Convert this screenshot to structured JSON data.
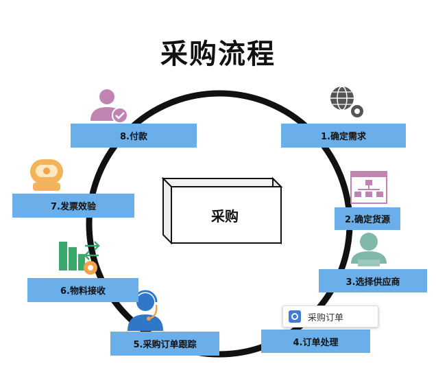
{
  "title": "采购流程",
  "center": "采购",
  "steps": [
    {
      "label": "1.确定需求",
      "icon": "globe-gear-icon"
    },
    {
      "label": "2.确定货源",
      "icon": "org-chart-icon"
    },
    {
      "label": "3.选择供应商",
      "icon": "person-computer-icon"
    },
    {
      "label": "4.订单处理",
      "icon": "order-card-icon"
    },
    {
      "label": "5.采购订单跟踪",
      "icon": "headset-agent-icon"
    },
    {
      "label": "6.物料接收",
      "icon": "factory-gear-icon"
    },
    {
      "label": "7.发票效验",
      "icon": "robot-head-icon"
    },
    {
      "label": "8.付款",
      "icon": "person-check-icon"
    }
  ],
  "po_card": {
    "label": "采购订单",
    "icon": "settings-app-icon"
  },
  "colors": {
    "step_box": "#6aaeea",
    "ring": "#111111",
    "icon_purple": "#c084b2",
    "icon_green": "#3aa86a",
    "icon_orange": "#f2a24a",
    "icon_blue": "#2f78c8",
    "icon_dark": "#555555"
  }
}
